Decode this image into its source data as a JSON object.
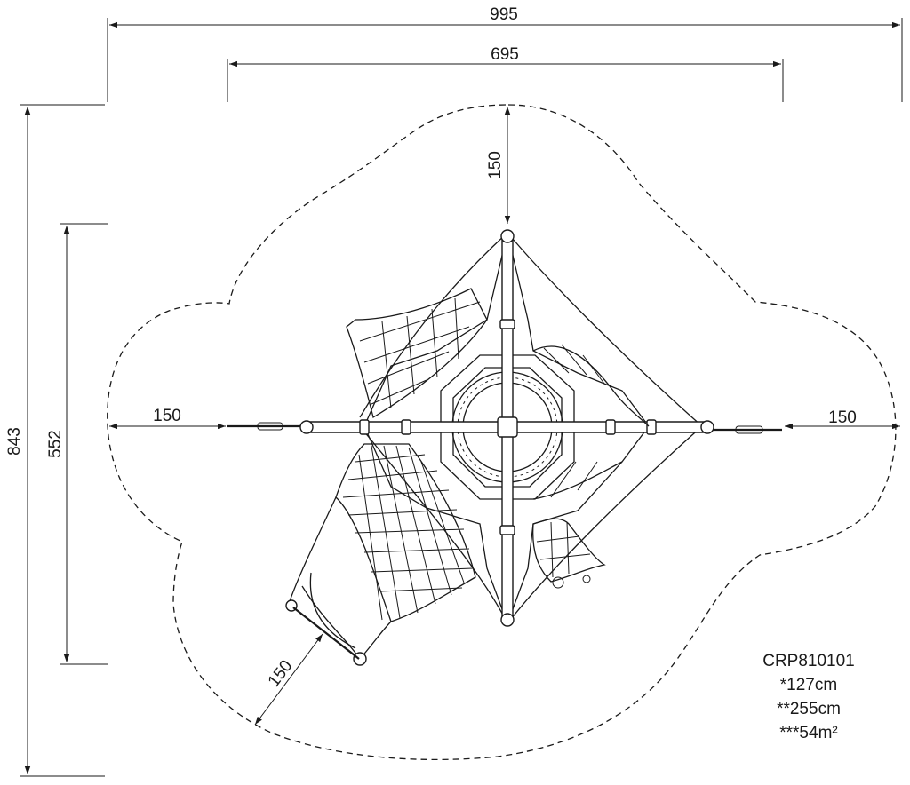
{
  "dimensions": {
    "overall_width": "995",
    "structure_width": "695",
    "overall_height": "843",
    "structure_height": "552",
    "clearance_top": "150",
    "clearance_left": "150",
    "clearance_right": "150",
    "clearance_bottom_left": "150"
  },
  "specs": {
    "model": "CRP810101",
    "height_1": "*127cm",
    "height_2": "**255cm",
    "area": "***54m²"
  },
  "colors": {
    "ink": "#1a1a1a",
    "background": "#ffffff"
  }
}
